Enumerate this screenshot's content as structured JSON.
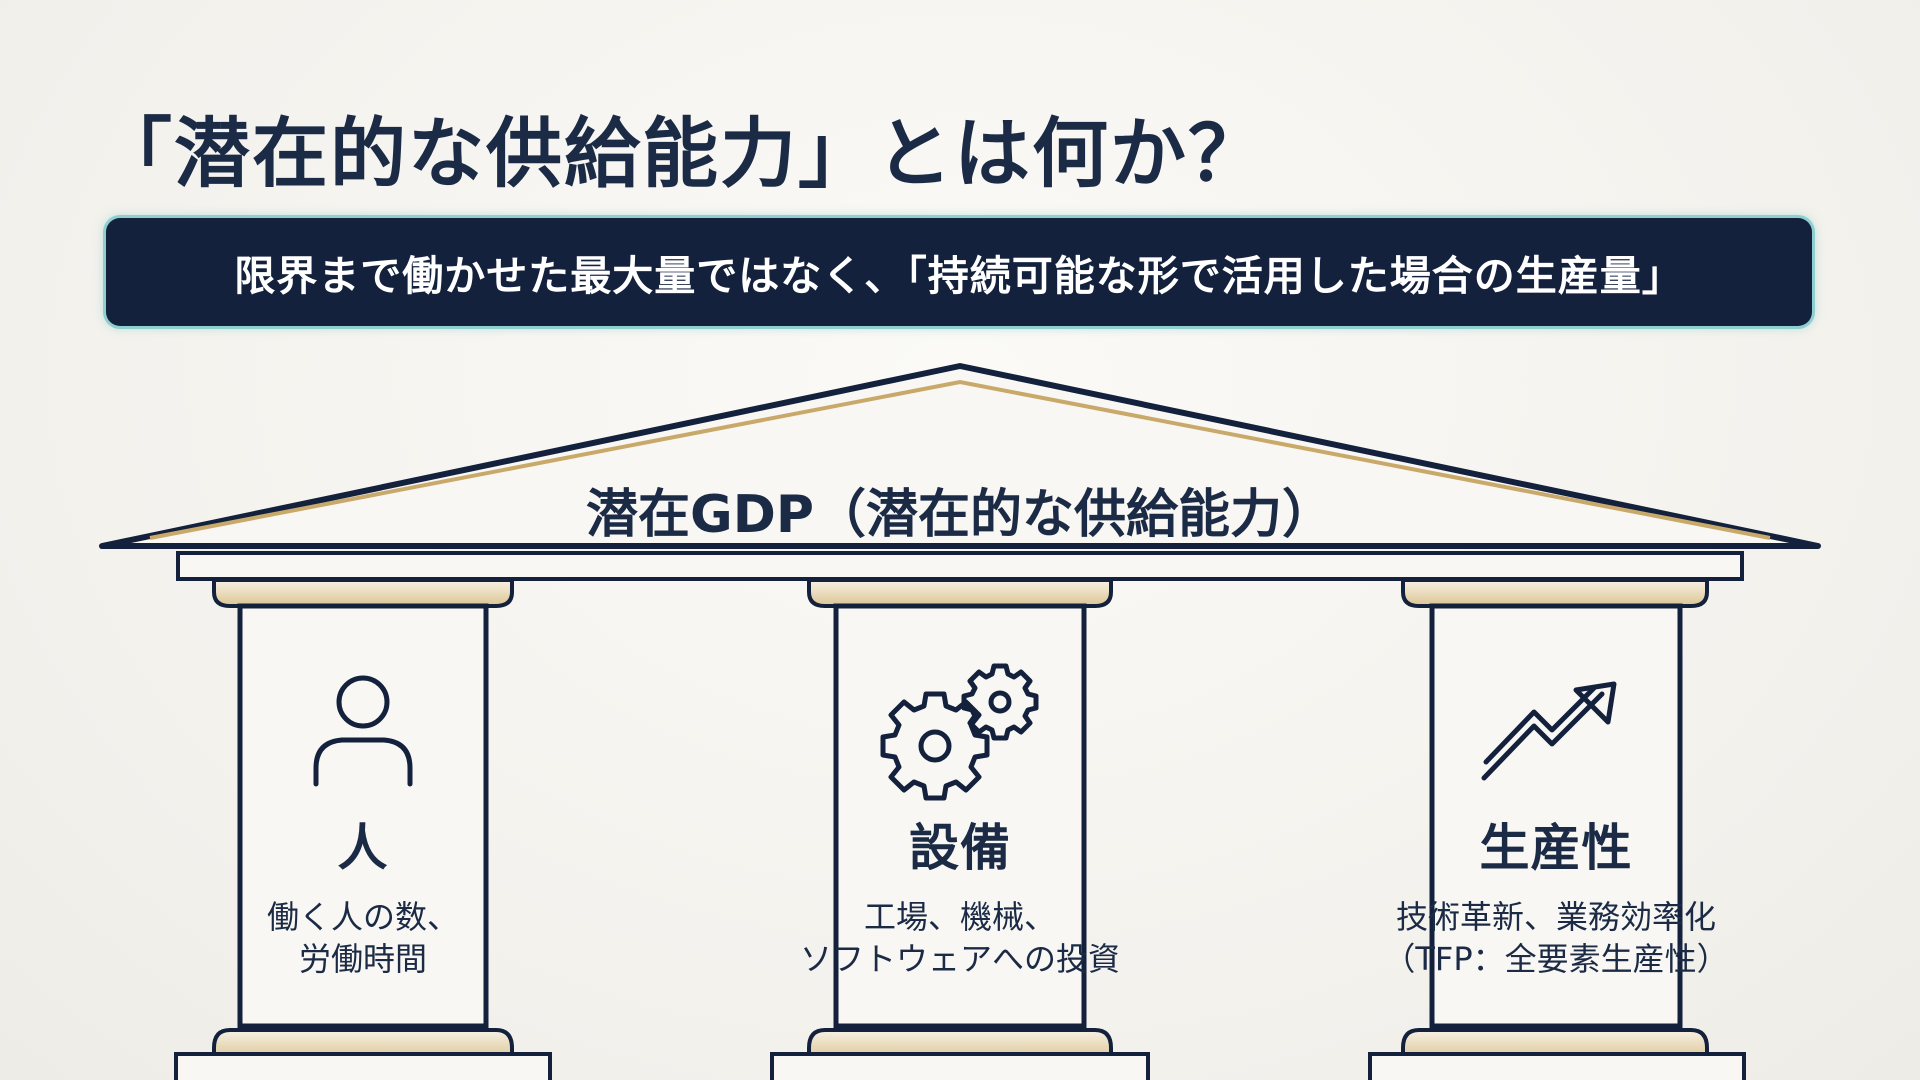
{
  "title": "「潜在的な供給能力」とは何か？",
  "banner": "限界まで働かせた最大量ではなく、「持続可能な形で活用した場合の生産量」",
  "roof_label": "潜在GDP（潜在的な供給能力）",
  "colors": {
    "navy": "#14213d",
    "gold": "#c9a96a",
    "accent_glow": "#8fcfcf"
  },
  "pillars": [
    {
      "icon": "person-icon",
      "title": "人",
      "desc_lines": [
        "働く人の数、",
        "労働時間"
      ]
    },
    {
      "icon": "gears-icon",
      "title": "設備",
      "desc_lines": [
        "工場、機械、",
        "ソフトウェアへの投資"
      ]
    },
    {
      "icon": "trend-arrow-icon",
      "title": "生産性",
      "desc_lines": [
        "技術革新、業務効率化",
        "（TFP：全要素生産性）"
      ]
    }
  ]
}
